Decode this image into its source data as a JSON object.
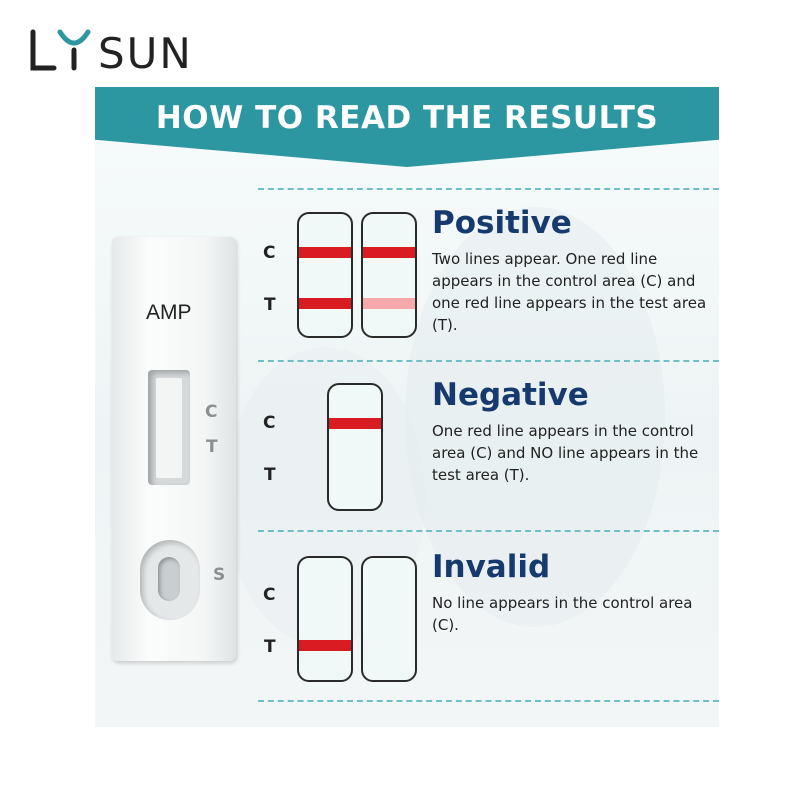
{
  "brand": {
    "name": "LYSUN"
  },
  "banner": {
    "title": "HOW TO READ THE RESULTS"
  },
  "cassette": {
    "label": "AMP",
    "c_mark": "C",
    "t_mark": "T",
    "s_mark": "S"
  },
  "strip_labels": {
    "c": "C",
    "t": "T"
  },
  "colors": {
    "teal": "#2c97a0",
    "navy": "#163a6e",
    "red": "#d81c22",
    "faint_red": "#f5a9ab"
  },
  "results": [
    {
      "heading": "Positive",
      "description": "Two lines appear. One red line appears in the control area (C) and one red line appears in the test area (T).",
      "strips": [
        {
          "c_line": "red",
          "t_line": "red"
        },
        {
          "c_line": "red",
          "t_line": "faint"
        }
      ]
    },
    {
      "heading": "Negative",
      "description": "One red line appears in the control area (C) and NO line appears in the test area (T).",
      "strips": [
        {
          "c_line": "red",
          "t_line": "none"
        }
      ]
    },
    {
      "heading": "Invalid",
      "description": "No line appears in the control area (C).",
      "strips": [
        {
          "c_line": "none",
          "t_line": "red"
        },
        {
          "c_line": "none",
          "t_line": "none"
        }
      ]
    }
  ]
}
